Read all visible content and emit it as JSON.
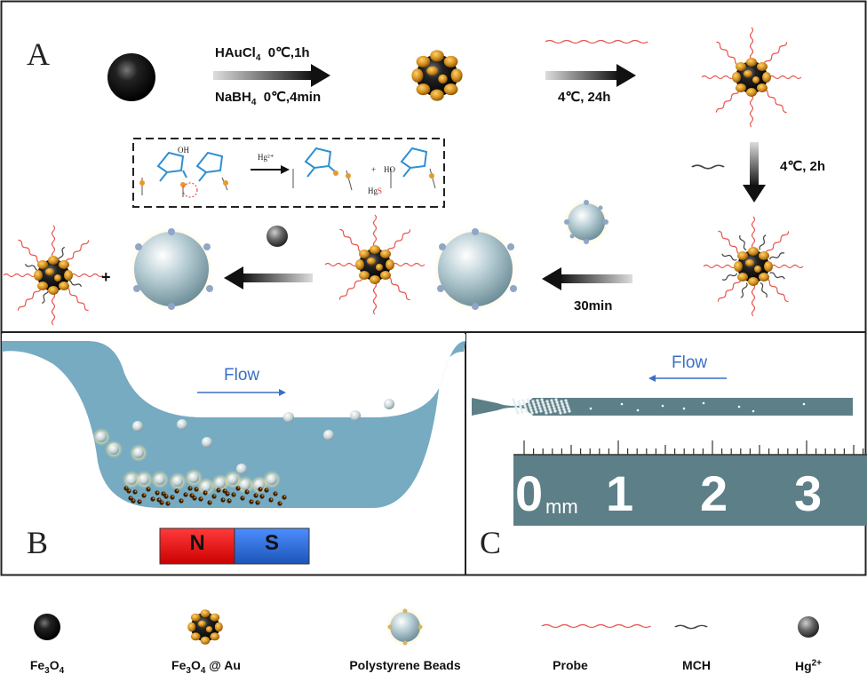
{
  "panels": {
    "a": "A",
    "b": "B",
    "c": "C"
  },
  "panel_a": {
    "step1_top": "HAuCl",
    "step1_top_sub": "4",
    "step1_top_rest": "  0℃,1h",
    "step1_bottom": "NaBH",
    "step1_bottom_sub": "4",
    "step1_bottom_rest": "  0℃,4min",
    "step2": "4℃, 24h",
    "step3": "4℃, 2h",
    "step4": "30min",
    "plus": "+",
    "reaction": {
      "reagent": "Hg²⁺",
      "plus": "+",
      "oh1": "OH",
      "ho2": "HO",
      "product_hg": "Hg",
      "product_s": "S"
    }
  },
  "panel_b": {
    "flow": "Flow",
    "magnet_n": "N",
    "magnet_s": "S"
  },
  "panel_c": {
    "flow": "Flow",
    "ruler_labels": [
      "0",
      "1",
      "2",
      "3"
    ],
    "ruler_unit": "mm"
  },
  "legend": {
    "fe3o4": "Fe3O4",
    "fe3o4_au": "Fe3O4 @ Au",
    "beads": "Polystyrene Beads",
    "probe": "Probe",
    "mch": "MCH",
    "hg": "Hg2+"
  },
  "colors": {
    "flow_arrow": "#3a6fc4",
    "magnet_n": "#e01818",
    "magnet_s": "#2a6bd8",
    "channel": "#6fa6bf",
    "gold": "#d08a1a",
    "probe": "#e8554e"
  }
}
